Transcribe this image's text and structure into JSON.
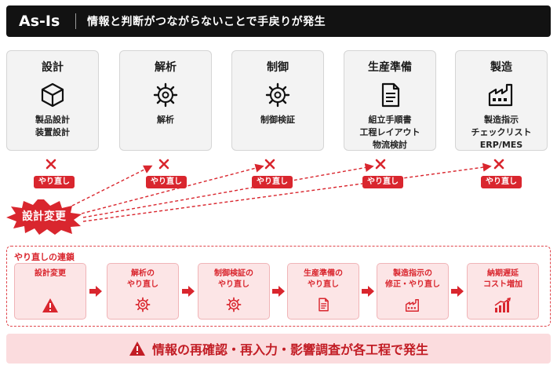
{
  "header": {
    "tag": "As-Is",
    "title": "情報と判断がつながらないことで手戻りが発生"
  },
  "processes": [
    {
      "name": "設計",
      "icon": "cube-icon",
      "desc": [
        "製品設計",
        "装置設計"
      ]
    },
    {
      "name": "解析",
      "icon": "gear-icon",
      "desc": [
        "解析"
      ]
    },
    {
      "name": "制御",
      "icon": "gear-icon",
      "desc": [
        "制御検証"
      ]
    },
    {
      "name": "生産準備",
      "icon": "document-icon",
      "desc": [
        "組立手順書",
        "工程レイアウト",
        "物流検討"
      ]
    },
    {
      "name": "製造",
      "icon": "factory-icon",
      "desc": [
        "製造指示",
        "チェックリスト",
        "ERP/MES"
      ]
    }
  ],
  "rework_label": "やり直し",
  "trigger_label": "設計変更",
  "chain": {
    "title": "やり直しの連鎖",
    "steps": [
      {
        "label": "設計変更",
        "icon": "warning-icon"
      },
      {
        "label": "解析の\nやり直し",
        "icon": "gear-icon"
      },
      {
        "label": "制御検証の\nやり直し",
        "icon": "gear-icon"
      },
      {
        "label": "生産準備の\nやり直し",
        "icon": "document-icon"
      },
      {
        "label": "製造指示の\n修正・やり直し",
        "icon": "factory-icon"
      },
      {
        "label": "納期遅延\nコスト増加",
        "icon": "bar-chart-up-icon"
      }
    ]
  },
  "banner": {
    "text": "情報の再確認・再入力・影響調査が各工程で発生",
    "icon": "warning-icon"
  },
  "colors": {
    "accent": "#d9262e",
    "header_bg": "#121212",
    "card_bg": "#f3f3f3",
    "step_bg": "#fce5e6",
    "banner_bg": "#fbdcde"
  }
}
